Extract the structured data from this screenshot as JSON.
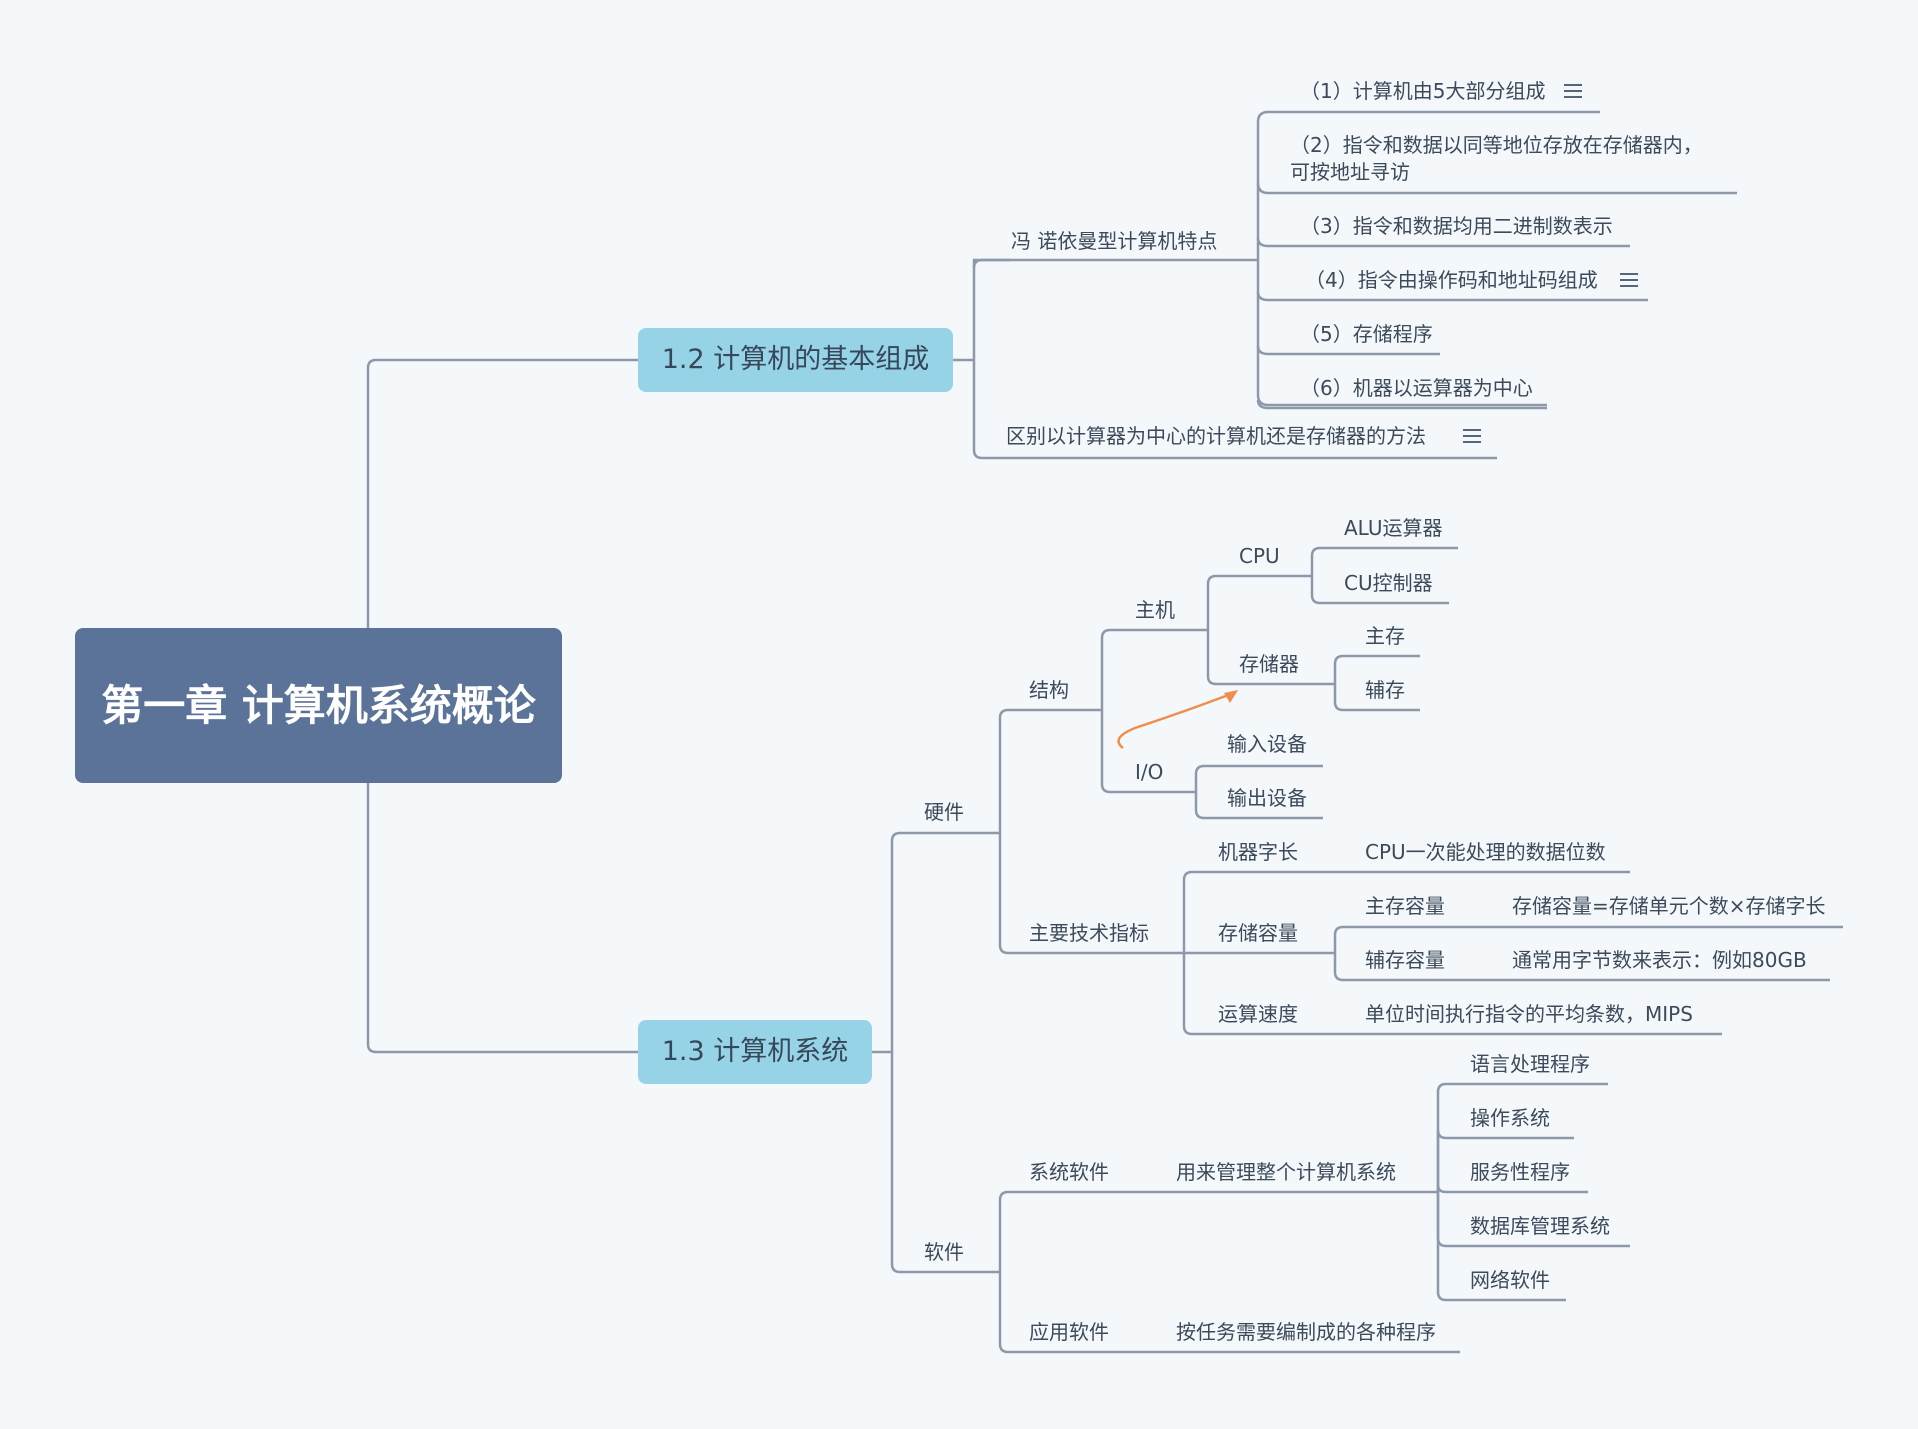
{
  "root": {
    "label": "第一章 计算机系统概论"
  },
  "b12": {
    "label": "1.2 计算机的基本组成",
    "vn": {
      "label": "冯 诺依曼型计算机特点",
      "items": [
        "（1）计算机由5大部分组成",
        "（2）指令和数据以同等地位存放在存储器内，可按地址寻访",
        "（3）指令和数据均用二进制数表示",
        "（4）指令由操作码和地址码组成",
        "（5）存储程序",
        "（6）机器以运算器为中心"
      ]
    },
    "diff": {
      "label": "区别以计算器为中心的计算机还是存储器的方法"
    }
  },
  "b13": {
    "label": "1.3 计算机系统",
    "hardware": {
      "label": "硬件",
      "structure": {
        "label": "结构",
        "host": {
          "label": "主机",
          "cpu": {
            "label": "CPU",
            "alu": "ALU运算器",
            "cu": "CU控制器"
          },
          "mem": {
            "label": "存储器",
            "main": "主存",
            "aux": "辅存"
          }
        },
        "io": {
          "label": "I/O",
          "input": "输入设备",
          "output": "输出设备"
        }
      },
      "metrics": {
        "label": "主要技术指标",
        "wordlen": {
          "label": "机器字长",
          "desc": "CPU一次能处理的数据位数"
        },
        "capacity": {
          "label": "存储容量",
          "main": {
            "label": "主存容量",
            "desc": "存储容量=存储单元个数×存储字长"
          },
          "aux": {
            "label": "辅存容量",
            "desc": "通常用字节数来表示：例如80GB"
          }
        },
        "speed": {
          "label": "运算速度",
          "desc": "单位时间执行指令的平均条数，MIPS"
        }
      }
    },
    "software": {
      "label": "软件",
      "system": {
        "label": "系统软件",
        "desc": "用来管理整个计算机系统",
        "items": [
          "语言处理程序",
          "操作系统",
          "服务性程序",
          "数据库管理系统",
          "网络软件"
        ]
      },
      "app": {
        "label": "应用软件",
        "desc": "按任务需要编制成的各种程序"
      }
    }
  },
  "colors": {
    "root": "#5c7399",
    "branch": "#97d3e7",
    "line": "#8d99aa",
    "arrow": "#ef8e4d"
  }
}
